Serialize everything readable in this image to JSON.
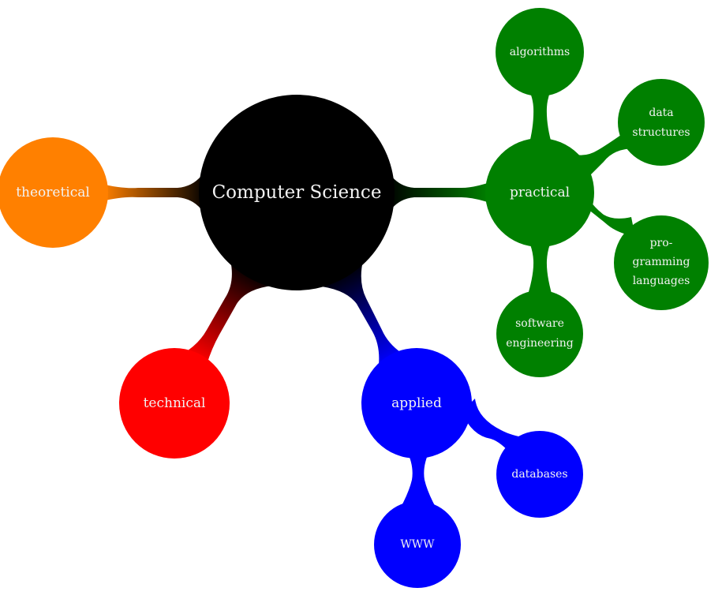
{
  "root": {
    "label": "Computer Science",
    "color": "#000000"
  },
  "branches": {
    "theoretical": {
      "label": "theoretical",
      "color": "#ff8000"
    },
    "technical": {
      "label": "technical",
      "color": "#ff0000"
    },
    "applied": {
      "label": "applied",
      "color": "#0000ff",
      "children": {
        "databases": {
          "label": "databases"
        },
        "www": {
          "label": "WWW"
        }
      }
    },
    "practical": {
      "label": "practical",
      "color": "#008000",
      "children": {
        "algorithms": {
          "label": "algorithms"
        },
        "data_structures": {
          "lines": [
            "data",
            "structures"
          ]
        },
        "programming_languages": {
          "lines": [
            "pro-",
            "gramming",
            "languages"
          ]
        },
        "software_engineering": {
          "lines": [
            "software",
            "engineering"
          ]
        }
      }
    }
  }
}
